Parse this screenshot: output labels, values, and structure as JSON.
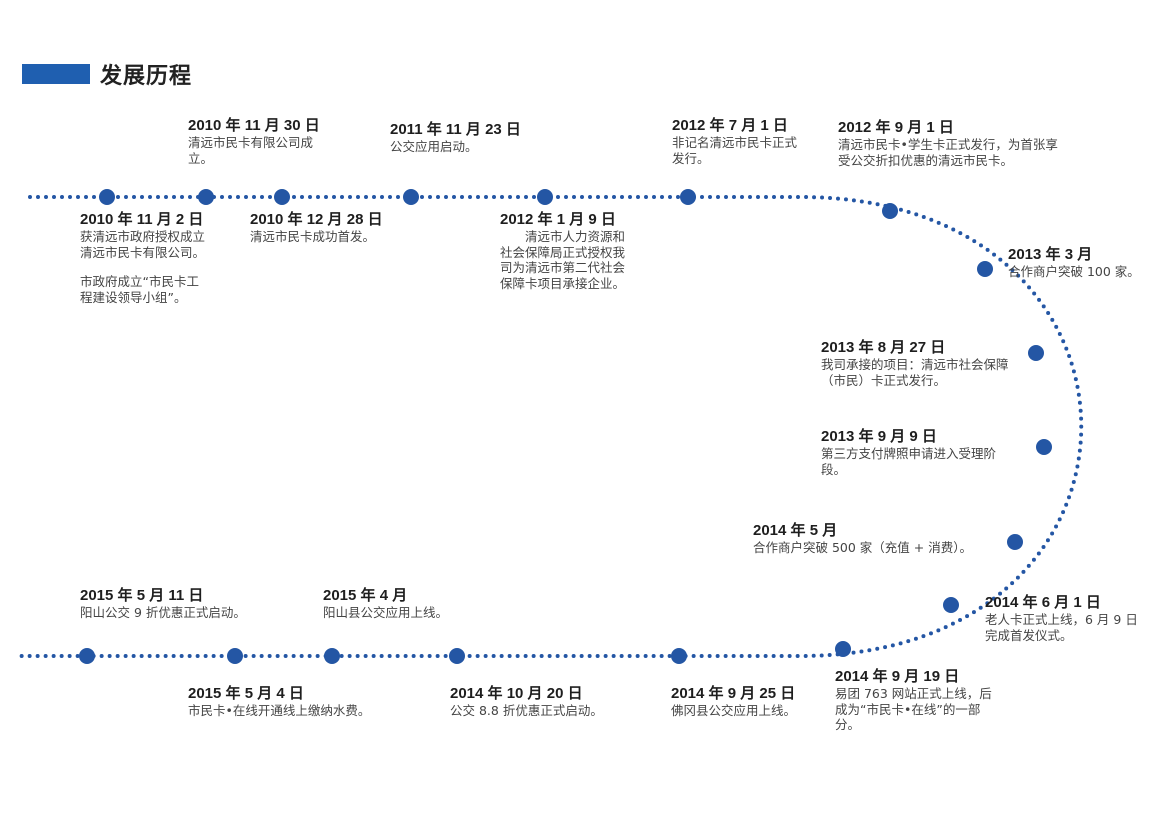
{
  "header": {
    "title": "发展历程",
    "bar_color": "#1f5fb0"
  },
  "colors": {
    "dot": "#2456a4",
    "line": "#2456a4"
  },
  "events": [
    {
      "date": "2010 年 11 月 2 日",
      "desc": [
        "获清远市政府授权成立清远市民卡有限公司。",
        "市政府成立“市民卡工程建设领导小组”。"
      ]
    },
    {
      "date": "2010 年 11 月 30 日",
      "desc": [
        "清远市民卡有限公司成立。"
      ]
    },
    {
      "date": "2010 年 12 月 28 日",
      "desc": [
        "清远市民卡成功首发。"
      ]
    },
    {
      "date": "2011 年 11 月 23 日",
      "desc": [
        "公交应用启动。"
      ]
    },
    {
      "date": "2012 年 1 月 9 日",
      "desc": [
        "　　清远市人力资源和社会保障局正式授权我司为清远市第二代社会保障卡项目承接企业。"
      ]
    },
    {
      "date": "2012 年 7 月 1 日",
      "desc": [
        "非记名清远市民卡正式发行。"
      ]
    },
    {
      "date": "2012 年 9 月 1 日",
      "desc": [
        "清远市民卡•学生卡正式发行，为首张享受公交折扣优惠的清远市民卡。"
      ]
    },
    {
      "date": "2013 年 3 月",
      "desc": [
        "合作商户突破 100 家。"
      ]
    },
    {
      "date": "2013 年 8 月 27 日",
      "desc": [
        "我司承接的项目：清远市社会保障（市民）卡正式发行。"
      ]
    },
    {
      "date": "2013 年 9 月 9 日",
      "desc": [
        "第三方支付牌照申请进入受理阶段。"
      ]
    },
    {
      "date": "2014 年 5 月",
      "desc": [
        "合作商户突破 500 家（充值 + 消费）。"
      ]
    },
    {
      "date": "2014 年 6 月 1 日",
      "desc": [
        "老人卡正式上线，6 月 9 日完成首发仪式。"
      ]
    },
    {
      "date": "2014 年 9 月 19 日",
      "desc": [
        "易团 763 网站正式上线，后成为“市民卡•在线”的一部分。"
      ]
    },
    {
      "date": "2014 年 9 月 25 日",
      "desc": [
        "佛冈县公交应用上线。"
      ]
    },
    {
      "date": "2014 年 10 月 20 日",
      "desc": [
        "公交 8.8 折优惠正式启动。"
      ]
    },
    {
      "date": "2015 年 4 月",
      "desc": [
        "阳山县公交应用上线。"
      ]
    },
    {
      "date": "2015 年 5 月 4 日",
      "desc": [
        "市民卡•在线开通线上缴纳水费。"
      ]
    },
    {
      "date": "2015 年 5 月 11 日",
      "desc": [
        "阳山公交 9 折优惠正式启动。"
      ]
    }
  ]
}
